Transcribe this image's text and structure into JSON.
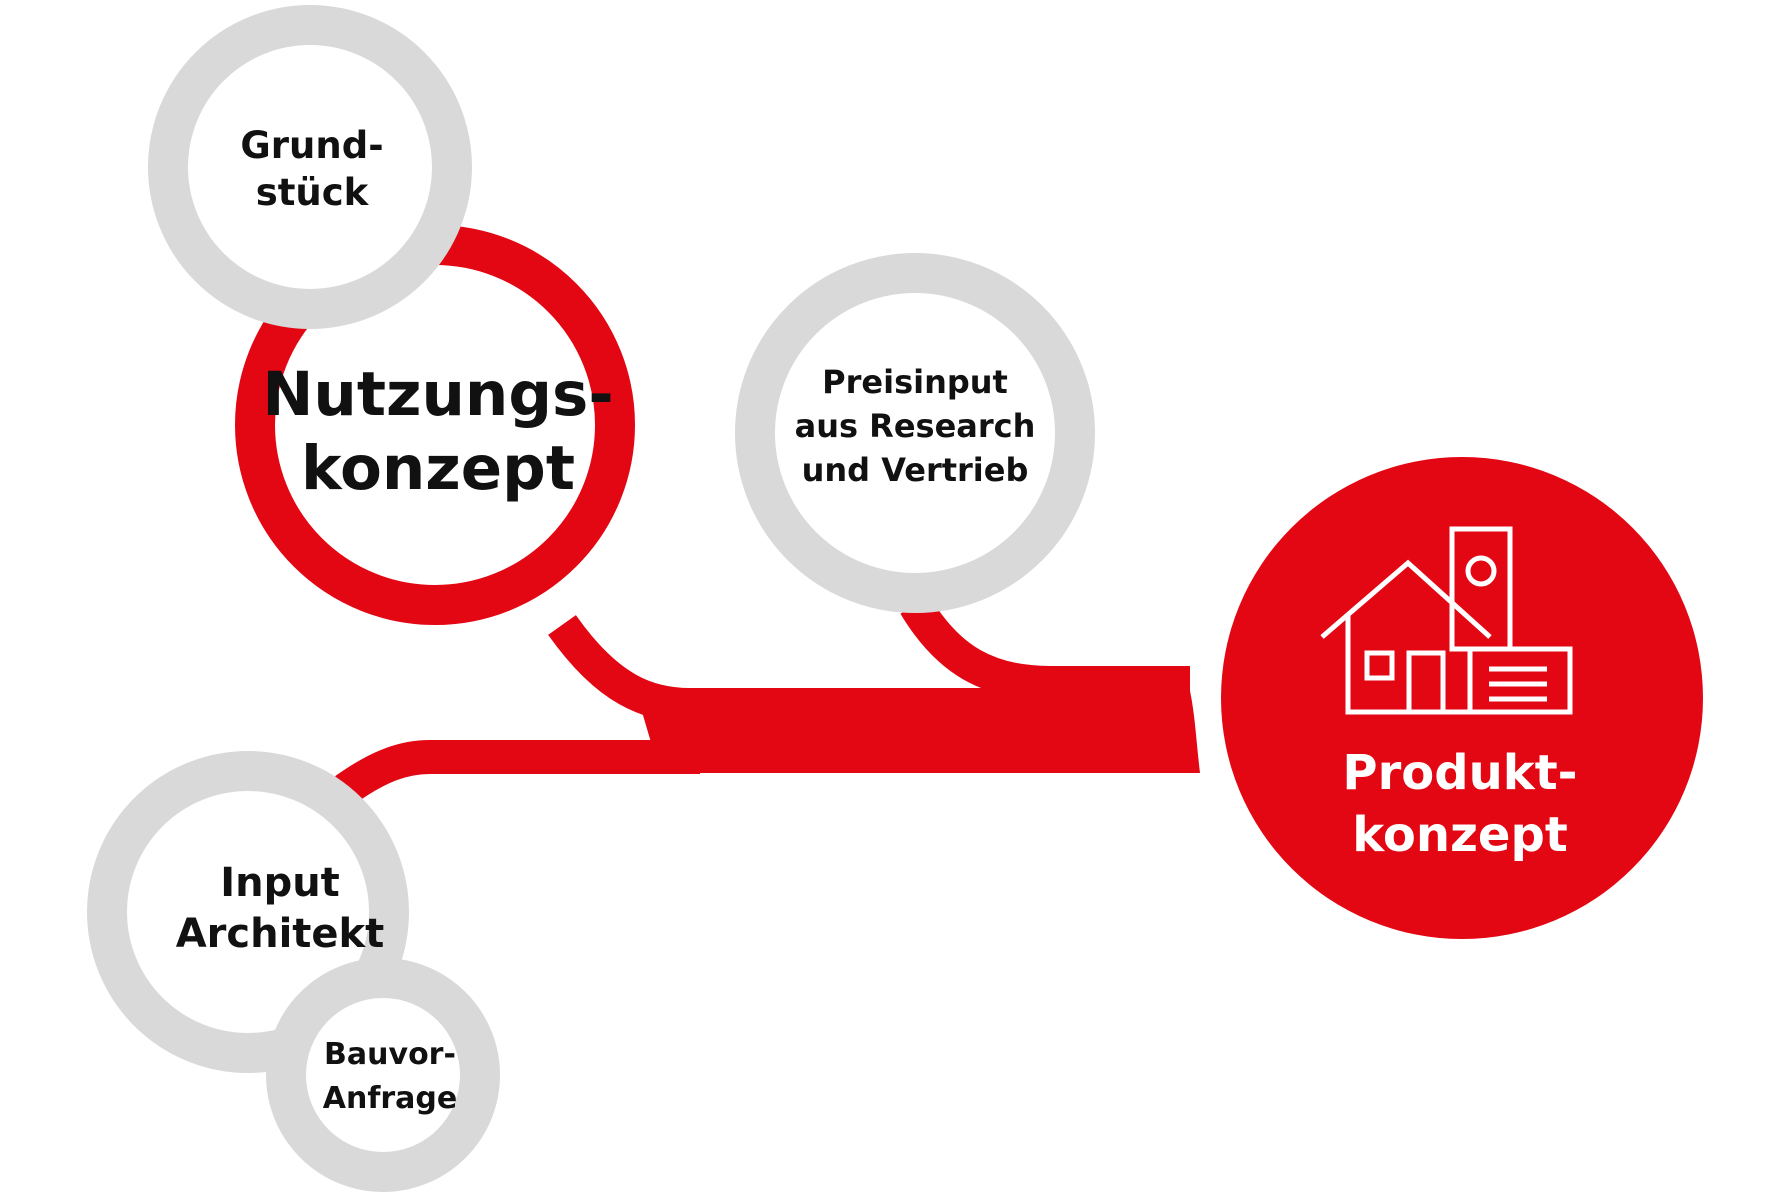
{
  "colors": {
    "accent_red": "#e30613",
    "ring_gray": "#d9d9d9",
    "text_dark": "#111111",
    "text_light": "#ffffff"
  },
  "nodes": {
    "grundstueck": "Grund-\nstück",
    "nutzungskonzept": "Nutzungs-\nkonzept",
    "preisinput": "Preisinput\naus Research\nund Vertrieb",
    "input_architekt": "Input\nArchitekt",
    "bauvoranfrage": "Bauvor-\nAnfrage",
    "produktkonzept": "Produkt-\nkonzept"
  },
  "icons": {
    "produktkonzept_icon": "house-buildings-icon"
  }
}
